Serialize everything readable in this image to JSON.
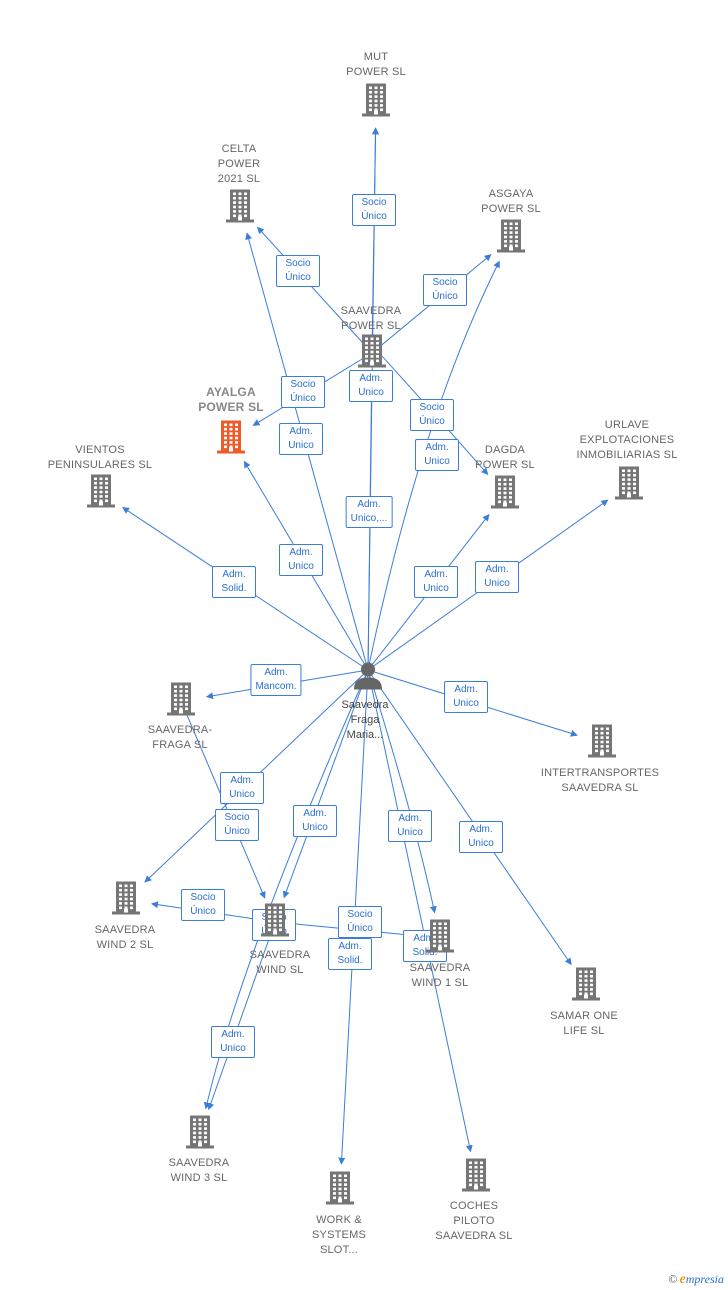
{
  "colors": {
    "edge": "#3b7ed8",
    "building": "#757575",
    "highlight": "#f05a28",
    "person": "#666666"
  },
  "center": {
    "label": "Saavedra\nFraga\nMaria...",
    "icon": "person-icon"
  },
  "nodes": [
    {
      "id": "mut",
      "label": "MUT\nPOWER  SL",
      "icon": "building-icon",
      "highlight": false
    },
    {
      "id": "celta",
      "label": "CELTA\nPOWER\n2021  SL",
      "icon": "building-icon",
      "highlight": false
    },
    {
      "id": "asgaya",
      "label": "ASGAYA\nPOWER  SL",
      "icon": "building-icon",
      "highlight": false
    },
    {
      "id": "saavedra_power",
      "label": "SAAVEDRA\nPOWER  SL",
      "icon": "building-icon",
      "highlight": false
    },
    {
      "id": "ayalga",
      "label": "AYALGA\nPOWER  SL",
      "icon": "building-icon",
      "highlight": true
    },
    {
      "id": "vientos",
      "label": "VIENTOS\nPENINSULARES SL",
      "icon": "building-icon",
      "highlight": false
    },
    {
      "id": "dagda",
      "label": "DAGDA\nPOWER  SL",
      "icon": "building-icon",
      "highlight": false
    },
    {
      "id": "urlave",
      "label": "URLAVE\nEXPLOTACIONES\nINMOBILIARIAS SL",
      "icon": "building-icon",
      "highlight": false
    },
    {
      "id": "saavedra_fraga",
      "label": "SAAVEDRA-\nFRAGA SL",
      "icon": "building-icon",
      "highlight": false
    },
    {
      "id": "intertransportes",
      "label": "INTERTRANSPORTES\nSAAVEDRA SL",
      "icon": "building-icon",
      "highlight": false
    },
    {
      "id": "wind2",
      "label": "SAAVEDRA\nWIND 2  SL",
      "icon": "building-icon",
      "highlight": false
    },
    {
      "id": "wind",
      "label": "SAAVEDRA\nWIND  SL",
      "icon": "building-icon",
      "highlight": false
    },
    {
      "id": "wind1",
      "label": "SAAVEDRA\nWIND 1  SL",
      "icon": "building-icon",
      "highlight": false
    },
    {
      "id": "samar",
      "label": "SAMAR ONE\nLIFE  SL",
      "icon": "building-icon",
      "highlight": false
    },
    {
      "id": "wind3",
      "label": "SAAVEDRA\nWIND 3  SL",
      "icon": "building-icon",
      "highlight": false
    },
    {
      "id": "work",
      "label": "WORK &\nSYSTEMS\nSLOT...",
      "icon": "building-icon",
      "highlight": false
    },
    {
      "id": "coches",
      "label": "COCHES\nPILOTO\nSAAVEDRA SL",
      "icon": "building-icon",
      "highlight": false
    }
  ],
  "edges": [
    {
      "from": "saavedra_power",
      "to": "mut",
      "label": "Socio\nÚnico"
    },
    {
      "from": "saavedra_power",
      "to": "celta",
      "label": "Socio\nÚnico"
    },
    {
      "from": "saavedra_power",
      "to": "asgaya",
      "label": "Socio\nÚnico"
    },
    {
      "from": "saavedra_power",
      "to": "ayalga",
      "label": "Socio\nÚnico"
    },
    {
      "from": "saavedra_power",
      "to": "dagda",
      "label": "Socio\nÚnico"
    },
    {
      "from": "center",
      "to": "saavedra_power",
      "label": "Adm.\nUnico"
    },
    {
      "from": "center",
      "to": "celta",
      "label": "Adm.\nUnico"
    },
    {
      "from": "center",
      "to": "mut",
      "label": "Adm.\nUnico,..."
    },
    {
      "from": "center",
      "to": "asgaya",
      "label": "Adm.\nUnico"
    },
    {
      "from": "center",
      "to": "ayalga",
      "label": "Adm.\nUnico"
    },
    {
      "from": "center",
      "to": "vientos",
      "label": "Adm.\nSolid."
    },
    {
      "from": "center",
      "to": "dagda",
      "label": "Adm.\nUnico"
    },
    {
      "from": "center",
      "to": "urlave",
      "label": "Adm.\nUnico"
    },
    {
      "from": "center",
      "to": "saavedra_fraga",
      "label": "Adm.\nMancom."
    },
    {
      "from": "center",
      "to": "intertransportes",
      "label": "Adm.\nUnico"
    },
    {
      "from": "center",
      "to": "wind2",
      "label": "Adm.\nUnico"
    },
    {
      "from": "saavedra_fraga",
      "to": "wind",
      "label": "Socio\nÚnico"
    },
    {
      "from": "center",
      "to": "wind",
      "label": "Adm.\nUnico"
    },
    {
      "from": "wind",
      "to": "wind2",
      "label": "Socio\nÚnico"
    },
    {
      "from": "center",
      "to": "wind1",
      "label": "Adm.\nUnico"
    },
    {
      "from": "center",
      "to": "samar",
      "label": "Adm.\nUnico"
    },
    {
      "from": "wind",
      "to": "wind3",
      "label": "Socio\nÚnico"
    },
    {
      "from": "center",
      "to": "wind3",
      "label": "Adm.\nUnico"
    },
    {
      "from": "wind",
      "to": "wind1",
      "label": "Socio\nÚnico"
    },
    {
      "from": "center",
      "to": "work",
      "label": "Adm.\nSolid."
    },
    {
      "from": "center",
      "to": "coches",
      "label": "Adm.\nSolid."
    }
  ],
  "footer": {
    "copyright": "©",
    "brand_initial": "e",
    "brand_rest": "mpresia"
  }
}
